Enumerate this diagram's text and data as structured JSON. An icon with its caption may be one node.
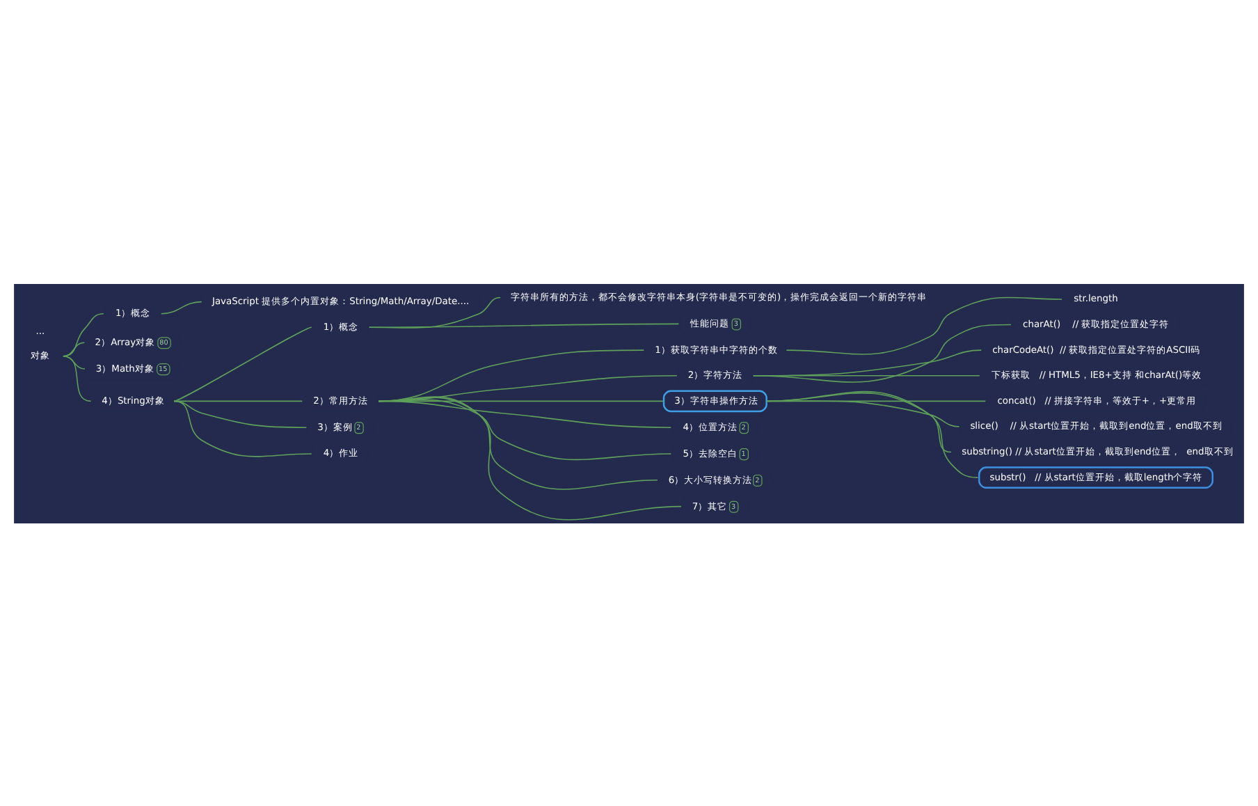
{
  "diagram": {
    "nodes": [
      {
        "text": [
          "对象"
        ]
      },
      {
        "text": [
          "1）概念"
        ]
      },
      {
        "text": [
          "JavaScript 提供多个内置对象：String/Math/Array/Date...."
        ]
      },
      {
        "text": [
          "2）Array对象",
          "80"
        ]
      },
      {
        "text": [
          "3）Math对象",
          "15"
        ]
      },
      {
        "text": [
          "4）String对象"
        ]
      },
      {
        "text": [
          "1）概念"
        ]
      },
      {
        "text": [
          "字符串所有的方法，都不会修改字符串本身(字符串是不可变的)，操作完成会返回一个新的字符串"
        ]
      },
      {
        "text": [
          "性能问题",
          "3"
        ]
      },
      {
        "text": [
          "2）常用方法"
        ]
      },
      {
        "text": [
          "1）获取字符串中字符的个数"
        ]
      },
      {
        "text": [
          "str.length"
        ]
      },
      {
        "text": [
          "2）字符方法"
        ]
      },
      {
        "text": [
          "charAt()    // 获取指定位置处字符"
        ]
      },
      {
        "text": [
          "charCodeAt()  // 获取指定位置处字符的ASCII码"
        ]
      },
      {
        "text": [
          "下标获取   // HTML5，IE8+支持 和charAt()等效"
        ]
      },
      {
        "text": [
          "3）字符串操作方法"
        ]
      },
      {
        "text": [
          "concat()   // 拼接字符串，等效于+，+更常用"
        ]
      },
      {
        "text": [
          "slice()    // 从start位置开始，截取到end位置，end取不到"
        ]
      },
      {
        "text": [
          "substring() // 从start位置开始，截取到end位置，  end取不到"
        ]
      },
      {
        "text": [
          "substr()   // 从start位置开始，截取length个字符"
        ]
      },
      {
        "text": [
          "4）位置方法",
          "2"
        ]
      },
      {
        "text": [
          "5）去除空白",
          "1"
        ]
      },
      {
        "text": [
          "6）大小写转换方法",
          "2"
        ]
      },
      {
        "text": [
          "7）其它",
          "3"
        ]
      },
      {
        "text": [
          "3）案例",
          "2"
        ]
      },
      {
        "text": [
          "4）作业"
        ]
      }
    ],
    "edges": [
      {
        "from": 0,
        "to": 1,
        "arrow": "none"
      },
      {
        "from": 1,
        "to": 2,
        "arrow": "none"
      },
      {
        "from": 0,
        "to": 3,
        "arrow": "none"
      },
      {
        "from": 0,
        "to": 4,
        "arrow": "none"
      },
      {
        "from": 0,
        "to": 5,
        "arrow": "none"
      },
      {
        "from": 5,
        "to": 6,
        "arrow": "none"
      },
      {
        "from": 6,
        "to": 7,
        "arrow": "none"
      },
      {
        "from": 6,
        "to": 8,
        "arrow": "none"
      },
      {
        "from": 5,
        "to": 9,
        "arrow": "none"
      },
      {
        "from": 9,
        "to": 10,
        "arrow": "none"
      },
      {
        "from": 10,
        "to": 11,
        "arrow": "none"
      },
      {
        "from": 9,
        "to": 12,
        "arrow": "none"
      },
      {
        "from": 12,
        "to": 13,
        "arrow": "none"
      },
      {
        "from": 12,
        "to": 14,
        "arrow": "none"
      },
      {
        "from": 12,
        "to": 15,
        "arrow": "none"
      },
      {
        "from": 9,
        "to": 16,
        "arrow": "none"
      },
      {
        "from": 16,
        "to": 17,
        "arrow": "none"
      },
      {
        "from": 16,
        "to": 18,
        "arrow": "none"
      },
      {
        "from": 16,
        "to": 19,
        "arrow": "none"
      },
      {
        "from": 16,
        "to": 20,
        "arrow": "none"
      },
      {
        "from": 9,
        "to": 21,
        "arrow": "none"
      },
      {
        "from": 9,
        "to": 22,
        "arrow": "none"
      },
      {
        "from": 9,
        "to": 23,
        "arrow": "none"
      },
      {
        "from": 9,
        "to": 24,
        "arrow": "none"
      },
      {
        "from": 5,
        "to": 25,
        "arrow": "none"
      },
      {
        "from": 5,
        "to": 26,
        "arrow": "none"
      }
    ],
    "labels": [
      "..."
    ]
  }
}
